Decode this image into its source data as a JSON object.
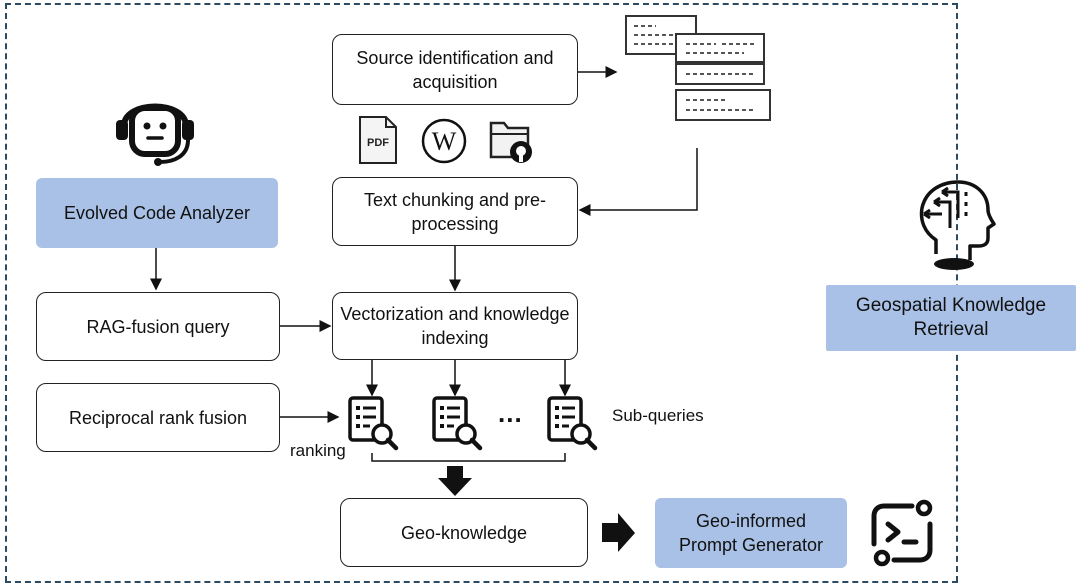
{
  "boxes": {
    "source": "Source identification and acquisition",
    "chunking": "Text chunking and pre-processing",
    "vectorization": "Vectorization and knowledge indexing",
    "analyzer": "Evolved Code Analyzer",
    "rag_fusion": "RAG-fusion query",
    "rrf": "Reciprocal rank fusion",
    "geo_knowledge": "Geo-knowledge",
    "prompt_generator": "Geo-informed Prompt Generator",
    "retrieval": "Geospatial Knowledge Retrieval"
  },
  "labels": {
    "ranking": "ranking",
    "sub_queries": "Sub-queries",
    "ellipsis": "...",
    "pdf": "PDF",
    "wiki": "W"
  },
  "colors": {
    "accent_blue": "#a9c1e6",
    "frame": "#2d4a63"
  },
  "icons": [
    "chatbot-icon",
    "pdf-icon",
    "wikipedia-icon",
    "github-folder-icon",
    "documents-icon",
    "document-search-icon",
    "head-brain-icon",
    "terminal-icon"
  ]
}
